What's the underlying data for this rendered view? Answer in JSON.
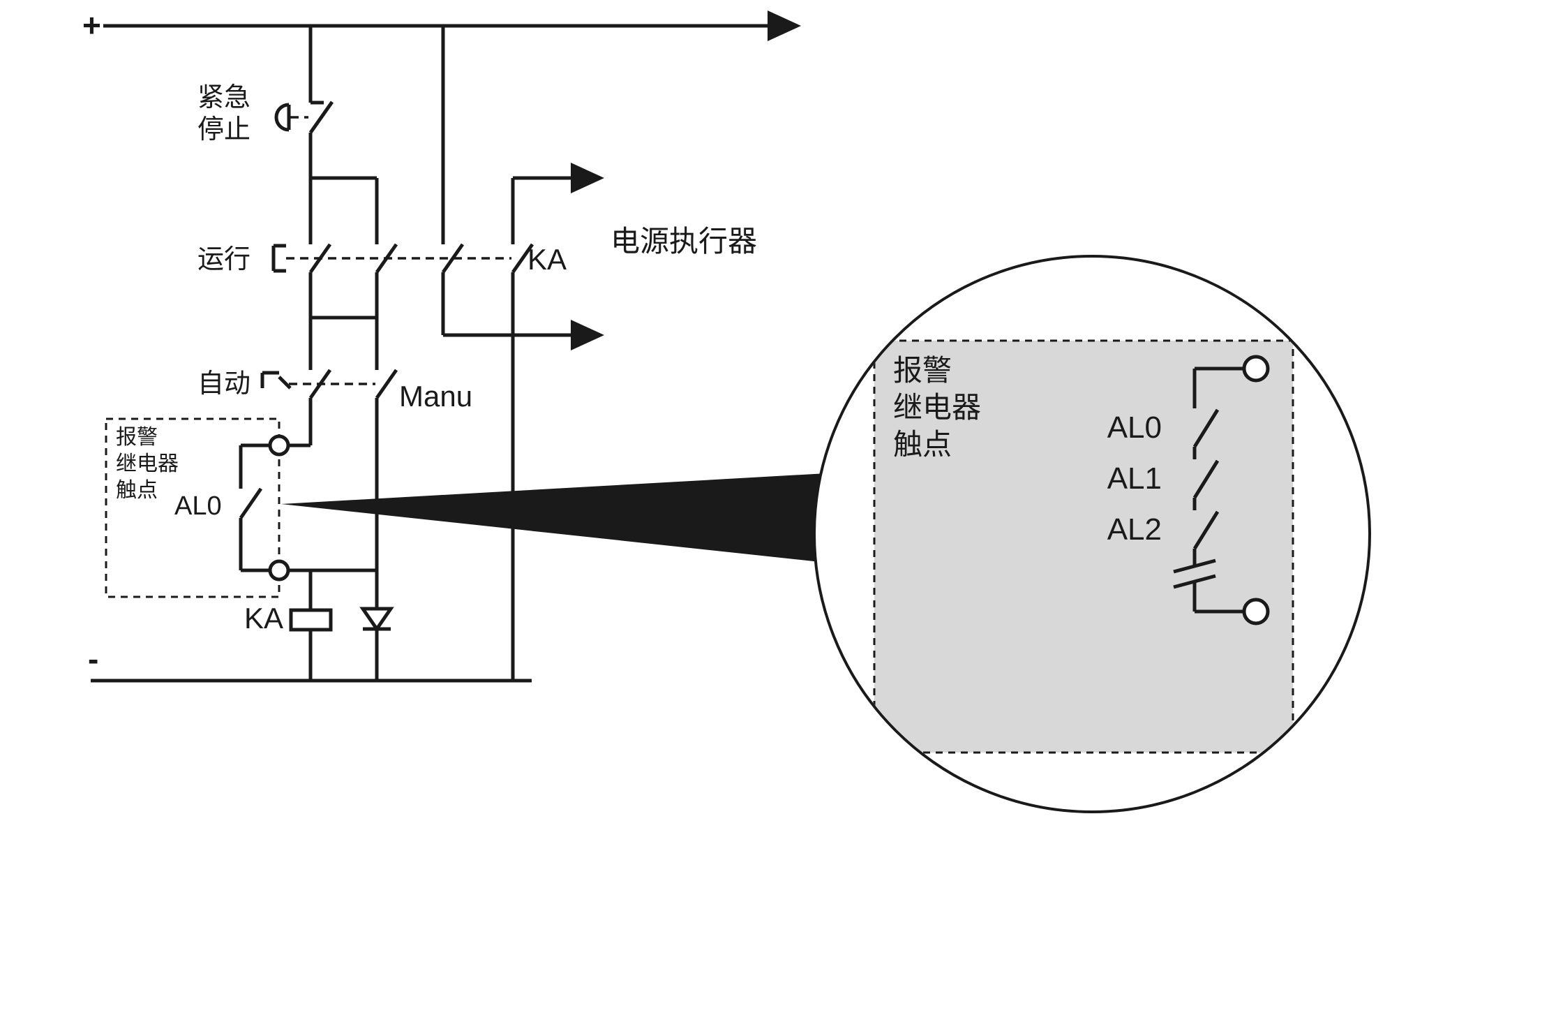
{
  "rails": {
    "plus": "+",
    "minus": "-"
  },
  "labels": {
    "emergency_stop": [
      "紧急",
      "停止"
    ],
    "run": "运行",
    "auto": "自动",
    "manu": "Manu",
    "ka_contact": "KA",
    "power_actuator": "电源执行器",
    "ka_coil": "KA",
    "al0": "AL0"
  },
  "alarm_box": {
    "lines": [
      "报警",
      "继电器",
      "触点"
    ]
  },
  "magnifier": {
    "alarm_lines": [
      "报警",
      "继电器",
      "触点"
    ],
    "contact_labels": [
      "AL0",
      "AL1",
      "AL2"
    ]
  },
  "colors": {
    "line": "#1a1a1a",
    "background": "#ffffff",
    "magnifier_box_fill": "#d8d8d8"
  }
}
